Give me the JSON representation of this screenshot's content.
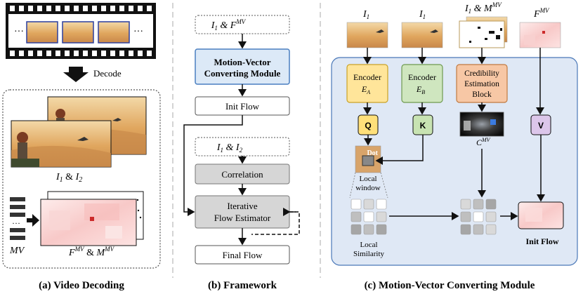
{
  "panel_a": {
    "strip_dots_left": "···",
    "strip_dots_right": "···",
    "decode_label": "Decode",
    "frames_label_i1": "I",
    "frames_label_sub1": "1",
    "frames_label_amp": " & ",
    "frames_label_i2": "I",
    "frames_label_sub2": "2",
    "mv_dots": "···",
    "mv_label": "MV",
    "fm_label_f": "F",
    "fm_label_sup1": "MV",
    "fm_label_amp": " & ",
    "fm_label_m": "M",
    "fm_label_sup2": "MV",
    "caption": "(a) Video Decoding"
  },
  "panel_b": {
    "input1_a": "I",
    "input1_sub": "1",
    "input1_b": " & F",
    "input1_sup": "MV",
    "mvcm_line1": "Motion-Vector",
    "mvcm_line2": "Converting Module",
    "init_flow": "Init Flow",
    "input2_a": "I",
    "input2_sub1": "1",
    "input2_b": " & I",
    "input2_sub2": "2",
    "correlation": "Correlation",
    "iter_line1": "Iterative",
    "iter_line2": "Flow Estimator",
    "final_flow": "Final Flow",
    "caption": "(b) Framework"
  },
  "panel_c": {
    "top_i1_a": "I",
    "top_i1_sub": "1",
    "top_i1b_a": "I",
    "top_i1b_sub": "1",
    "top_im_a": "I",
    "top_im_sub": "1",
    "top_im_b": " & M",
    "top_im_sup": "MV",
    "top_f": "F",
    "top_f_sup": "MV",
    "enc_a_line1": "Encoder",
    "enc_a_line2": "E",
    "enc_a_sub": "A",
    "enc_b_line1": "Encoder",
    "enc_b_line2": "E",
    "enc_b_sub": "B",
    "cred_line1": "Credibility",
    "cred_line2": "Estimation",
    "cred_line3": "Block",
    "q": "Q",
    "k": "K",
    "v": "V",
    "cmv": "C",
    "cmv_sup": "MV",
    "dot_label": "Dot",
    "local_window_1": "Local",
    "local_window_2": "window",
    "local_sim_1": "Local",
    "local_sim_2": "Similarity",
    "init_flow": "Init Flow",
    "caption": "(c) Motion-Vector Converting Module"
  },
  "colors": {
    "mvcm_fill": "#dce9f7",
    "mvcm_border": "#4a7fc0",
    "module_bg": "#dfe8f5",
    "module_border": "#4a78b8",
    "encA_fill": "#ffe59a",
    "encA_border": "#c9a227",
    "encB_fill": "#cfe6bf",
    "encB_border": "#6f9a4f",
    "cred_fill": "#f7c7a5",
    "cred_border": "#c07a40",
    "q_fill": "#ffe07a",
    "k_fill": "#c8e3b2",
    "v_fill": "#dcc6ea",
    "gray_box": "#d6d6d6"
  }
}
